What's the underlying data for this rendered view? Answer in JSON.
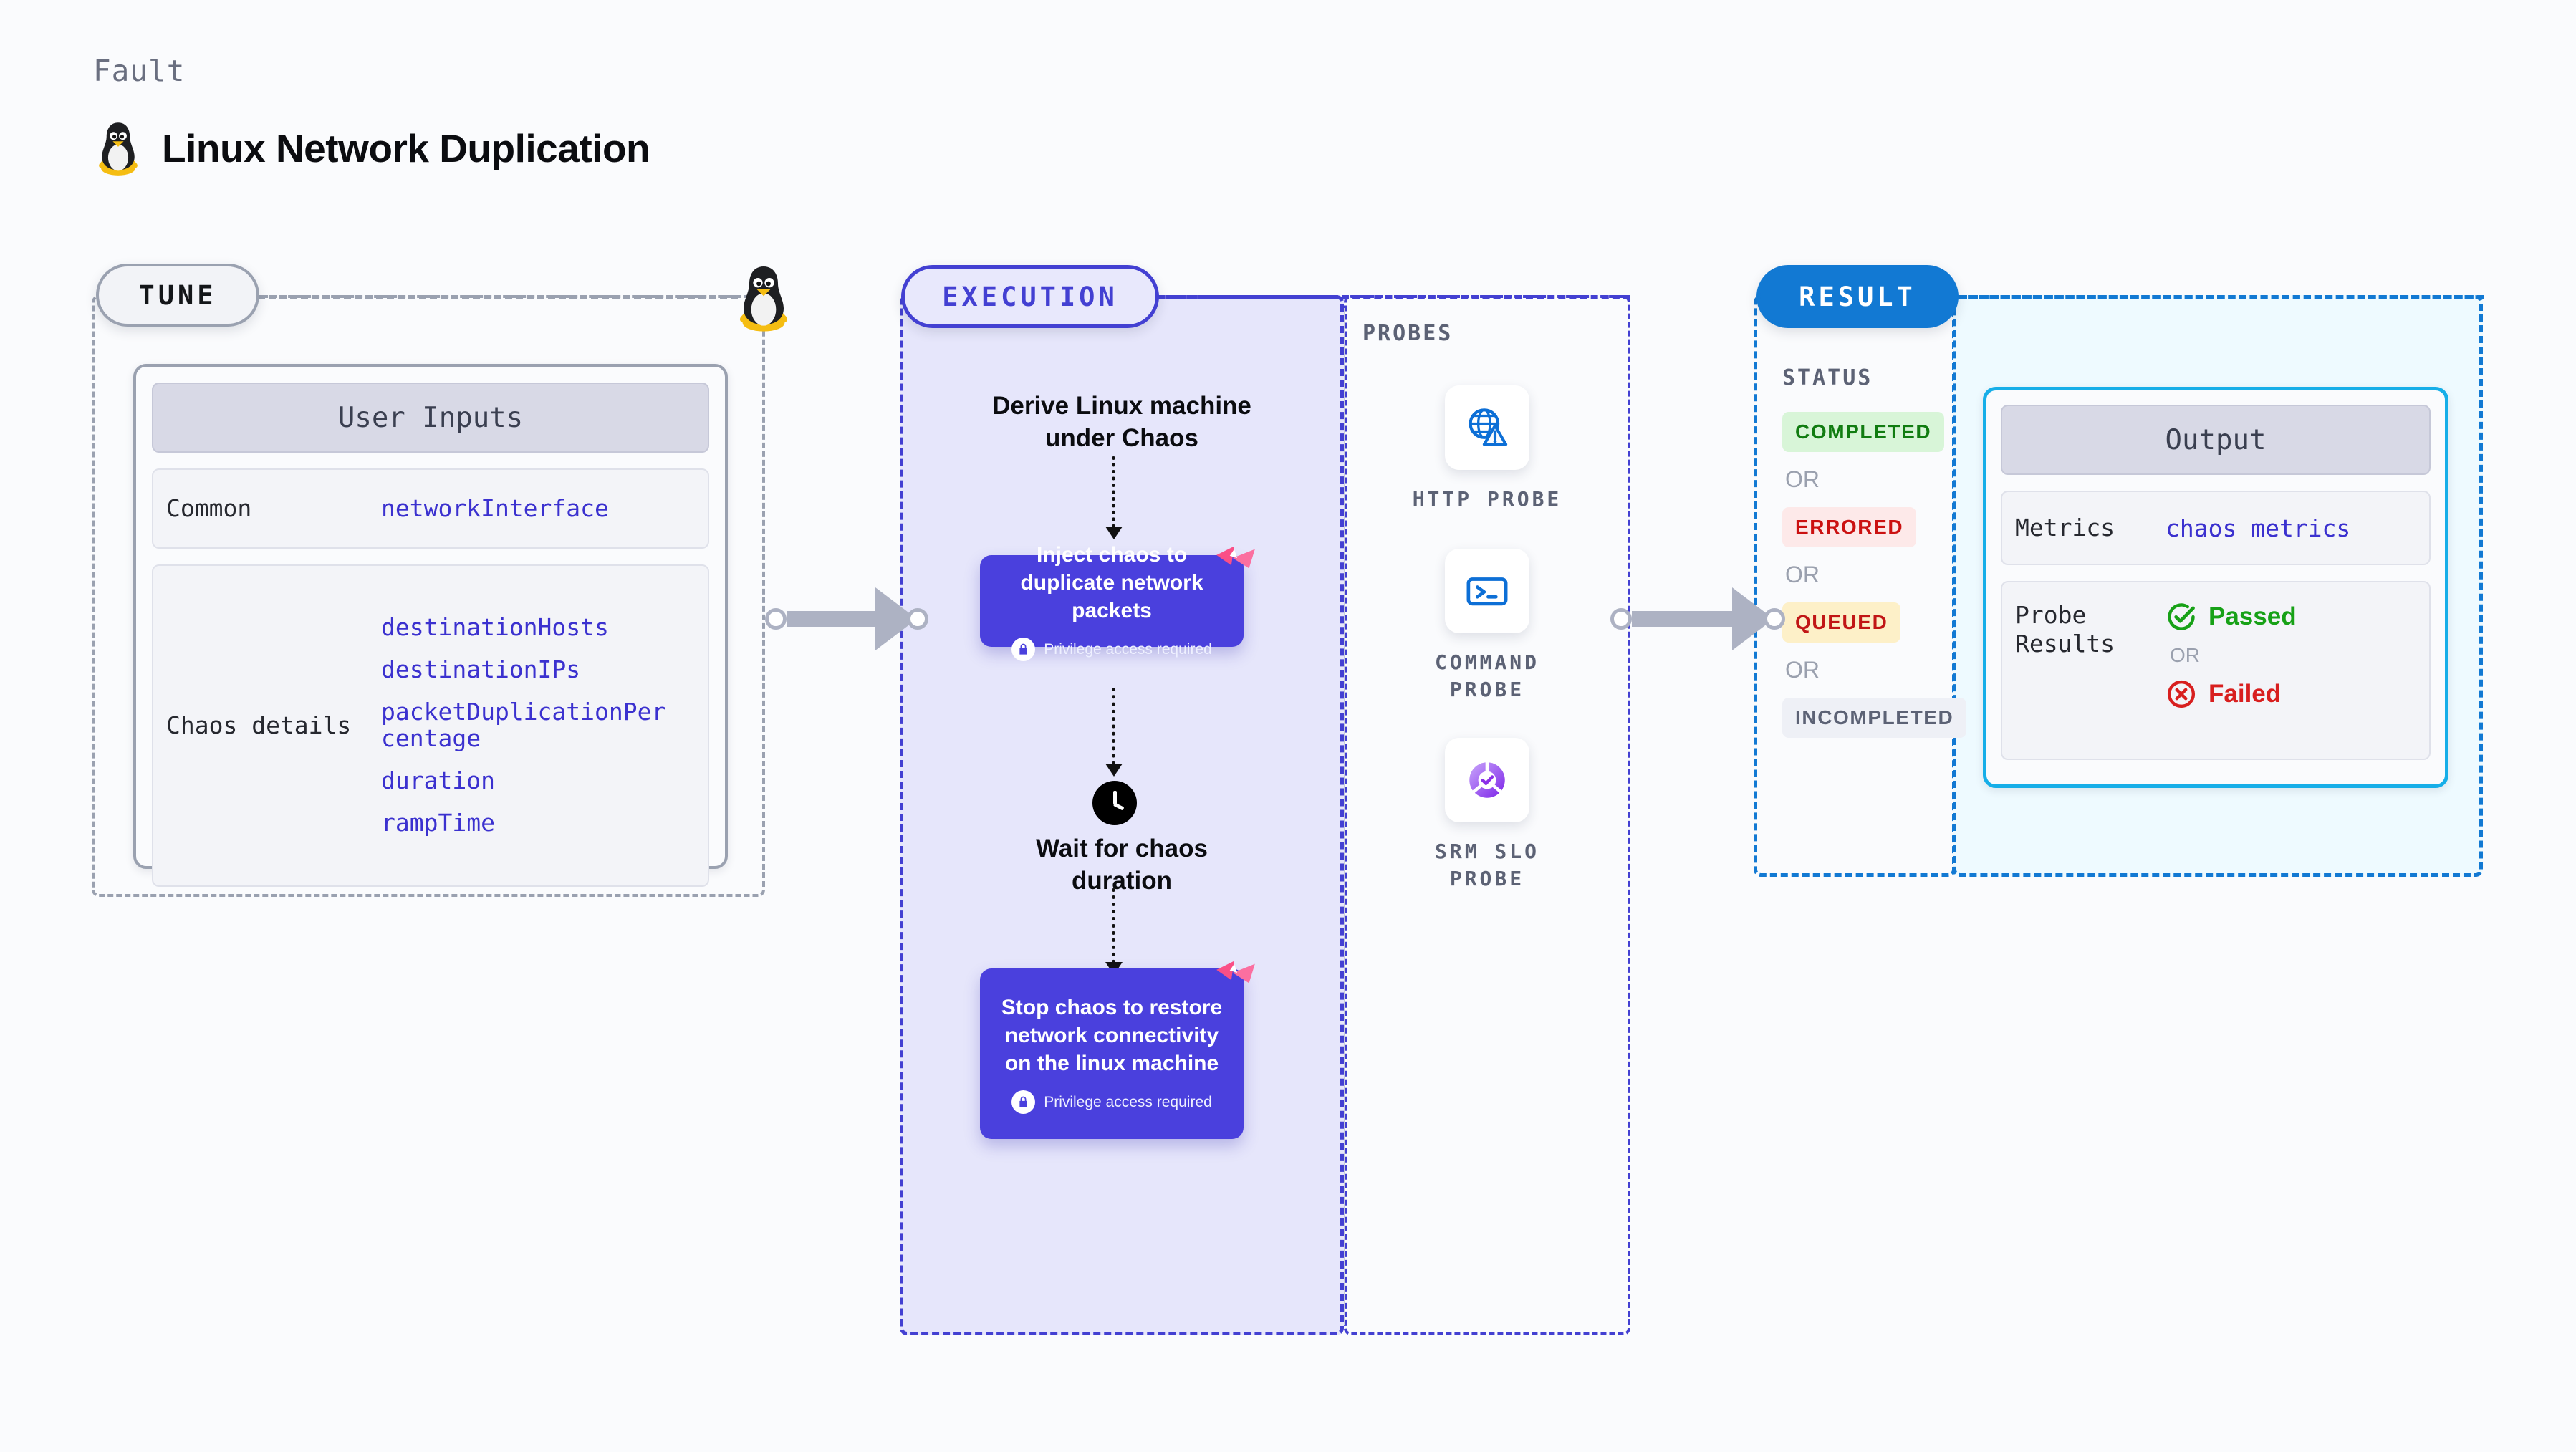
{
  "header": {
    "kicker": "Fault",
    "title": "Linux Network Duplication",
    "icon": "tux-penguin-icon"
  },
  "tune": {
    "pill_label": "TUNE",
    "io_title": "User Inputs",
    "rows": [
      {
        "label": "Common",
        "values": [
          "networkInterface"
        ]
      },
      {
        "label": "Chaos details",
        "values": [
          "destinationHosts",
          "destinationIPs",
          "packetDuplicationPercentage",
          "duration",
          "rampTime"
        ]
      }
    ]
  },
  "execution": {
    "pill_label": "EXECUTION",
    "steps": [
      {
        "type": "title",
        "text": "Derive Linux machine under Chaos"
      },
      {
        "type": "chaos",
        "text": "Inject chaos to duplicate network packets",
        "note": "Privilege access required"
      },
      {
        "type": "title",
        "text": "Wait for chaos duration",
        "icon": "clock-icon"
      },
      {
        "type": "chaos",
        "text": "Stop chaos to restore network connectivity on the linux machine",
        "note": "Privilege access required"
      }
    ]
  },
  "probes": {
    "section_label": "PROBES",
    "items": [
      {
        "label": "HTTP PROBE",
        "icon": "globe-warning-icon"
      },
      {
        "label": "COMMAND PROBE",
        "icon": "terminal-icon"
      },
      {
        "label": "SRM SLO PROBE",
        "icon": "slo-check-icon"
      }
    ]
  },
  "result": {
    "pill_label": "RESULT",
    "status_label": "STATUS",
    "or_label": "OR",
    "statuses": [
      {
        "text": "COMPLETED",
        "tone": "success"
      },
      {
        "text": "ERRORED",
        "tone": "error"
      },
      {
        "text": "QUEUED",
        "tone": "warning"
      },
      {
        "text": "INCOMPLETED",
        "tone": "neutral"
      }
    ],
    "output": {
      "title": "Output",
      "metrics_label": "Metrics",
      "metrics_value": "chaos metrics",
      "probe_results_label": "Probe Results",
      "passed_label": "Passed",
      "failed_label": "Failed",
      "or_label": "OR"
    }
  },
  "colors": {
    "execution_accent": "#4340d2",
    "result_accent": "#1279d3",
    "chaos_box": "#4a40dd",
    "value_text": "#3b31cf",
    "output_border": "#16aee8",
    "success": "#17a117",
    "error": "#d81f1f",
    "connector": "#adb2c3"
  }
}
